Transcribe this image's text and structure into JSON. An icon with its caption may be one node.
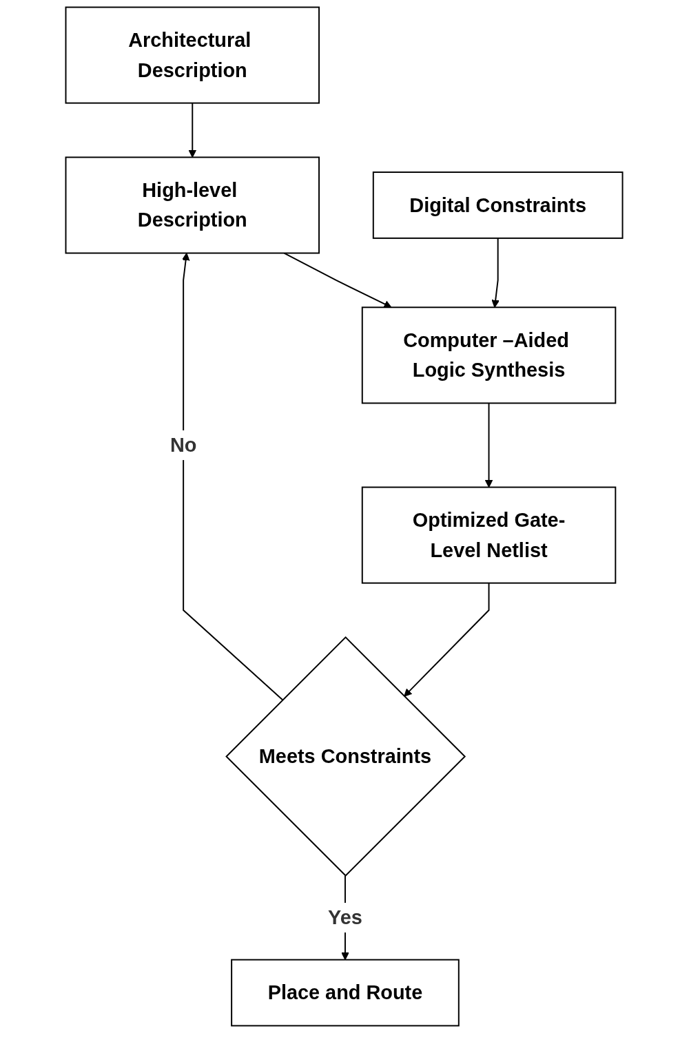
{
  "diagram": {
    "nodes": [
      {
        "text": [
          "Architectural Description"
        ]
      },
      {
        "text": [
          "High-level Description"
        ]
      },
      {
        "text": [
          "Digital Constraints"
        ]
      },
      {
        "text": [
          "Computer –Aided Logic Synthesis"
        ]
      },
      {
        "text": [
          "Optimized Gate-Level Netlist"
        ]
      },
      {
        "text": [
          "Meets Constraints"
        ]
      },
      {
        "text": [
          "Place and Route"
        ]
      }
    ],
    "edges": [
      {
        "from": 0,
        "to": 1,
        "arrow": "to"
      },
      {
        "from": 1,
        "to": 3,
        "arrow": "to"
      },
      {
        "from": 2,
        "to": 3,
        "arrow": "to"
      },
      {
        "from": 3,
        "to": 4,
        "arrow": "to"
      },
      {
        "from": 4,
        "to": 5,
        "arrow": "to"
      },
      {
        "from": 5,
        "to": 1,
        "arrow": "to",
        "label": "No"
      },
      {
        "from": 5,
        "to": 6,
        "arrow": "to",
        "label": "Yes"
      }
    ]
  }
}
